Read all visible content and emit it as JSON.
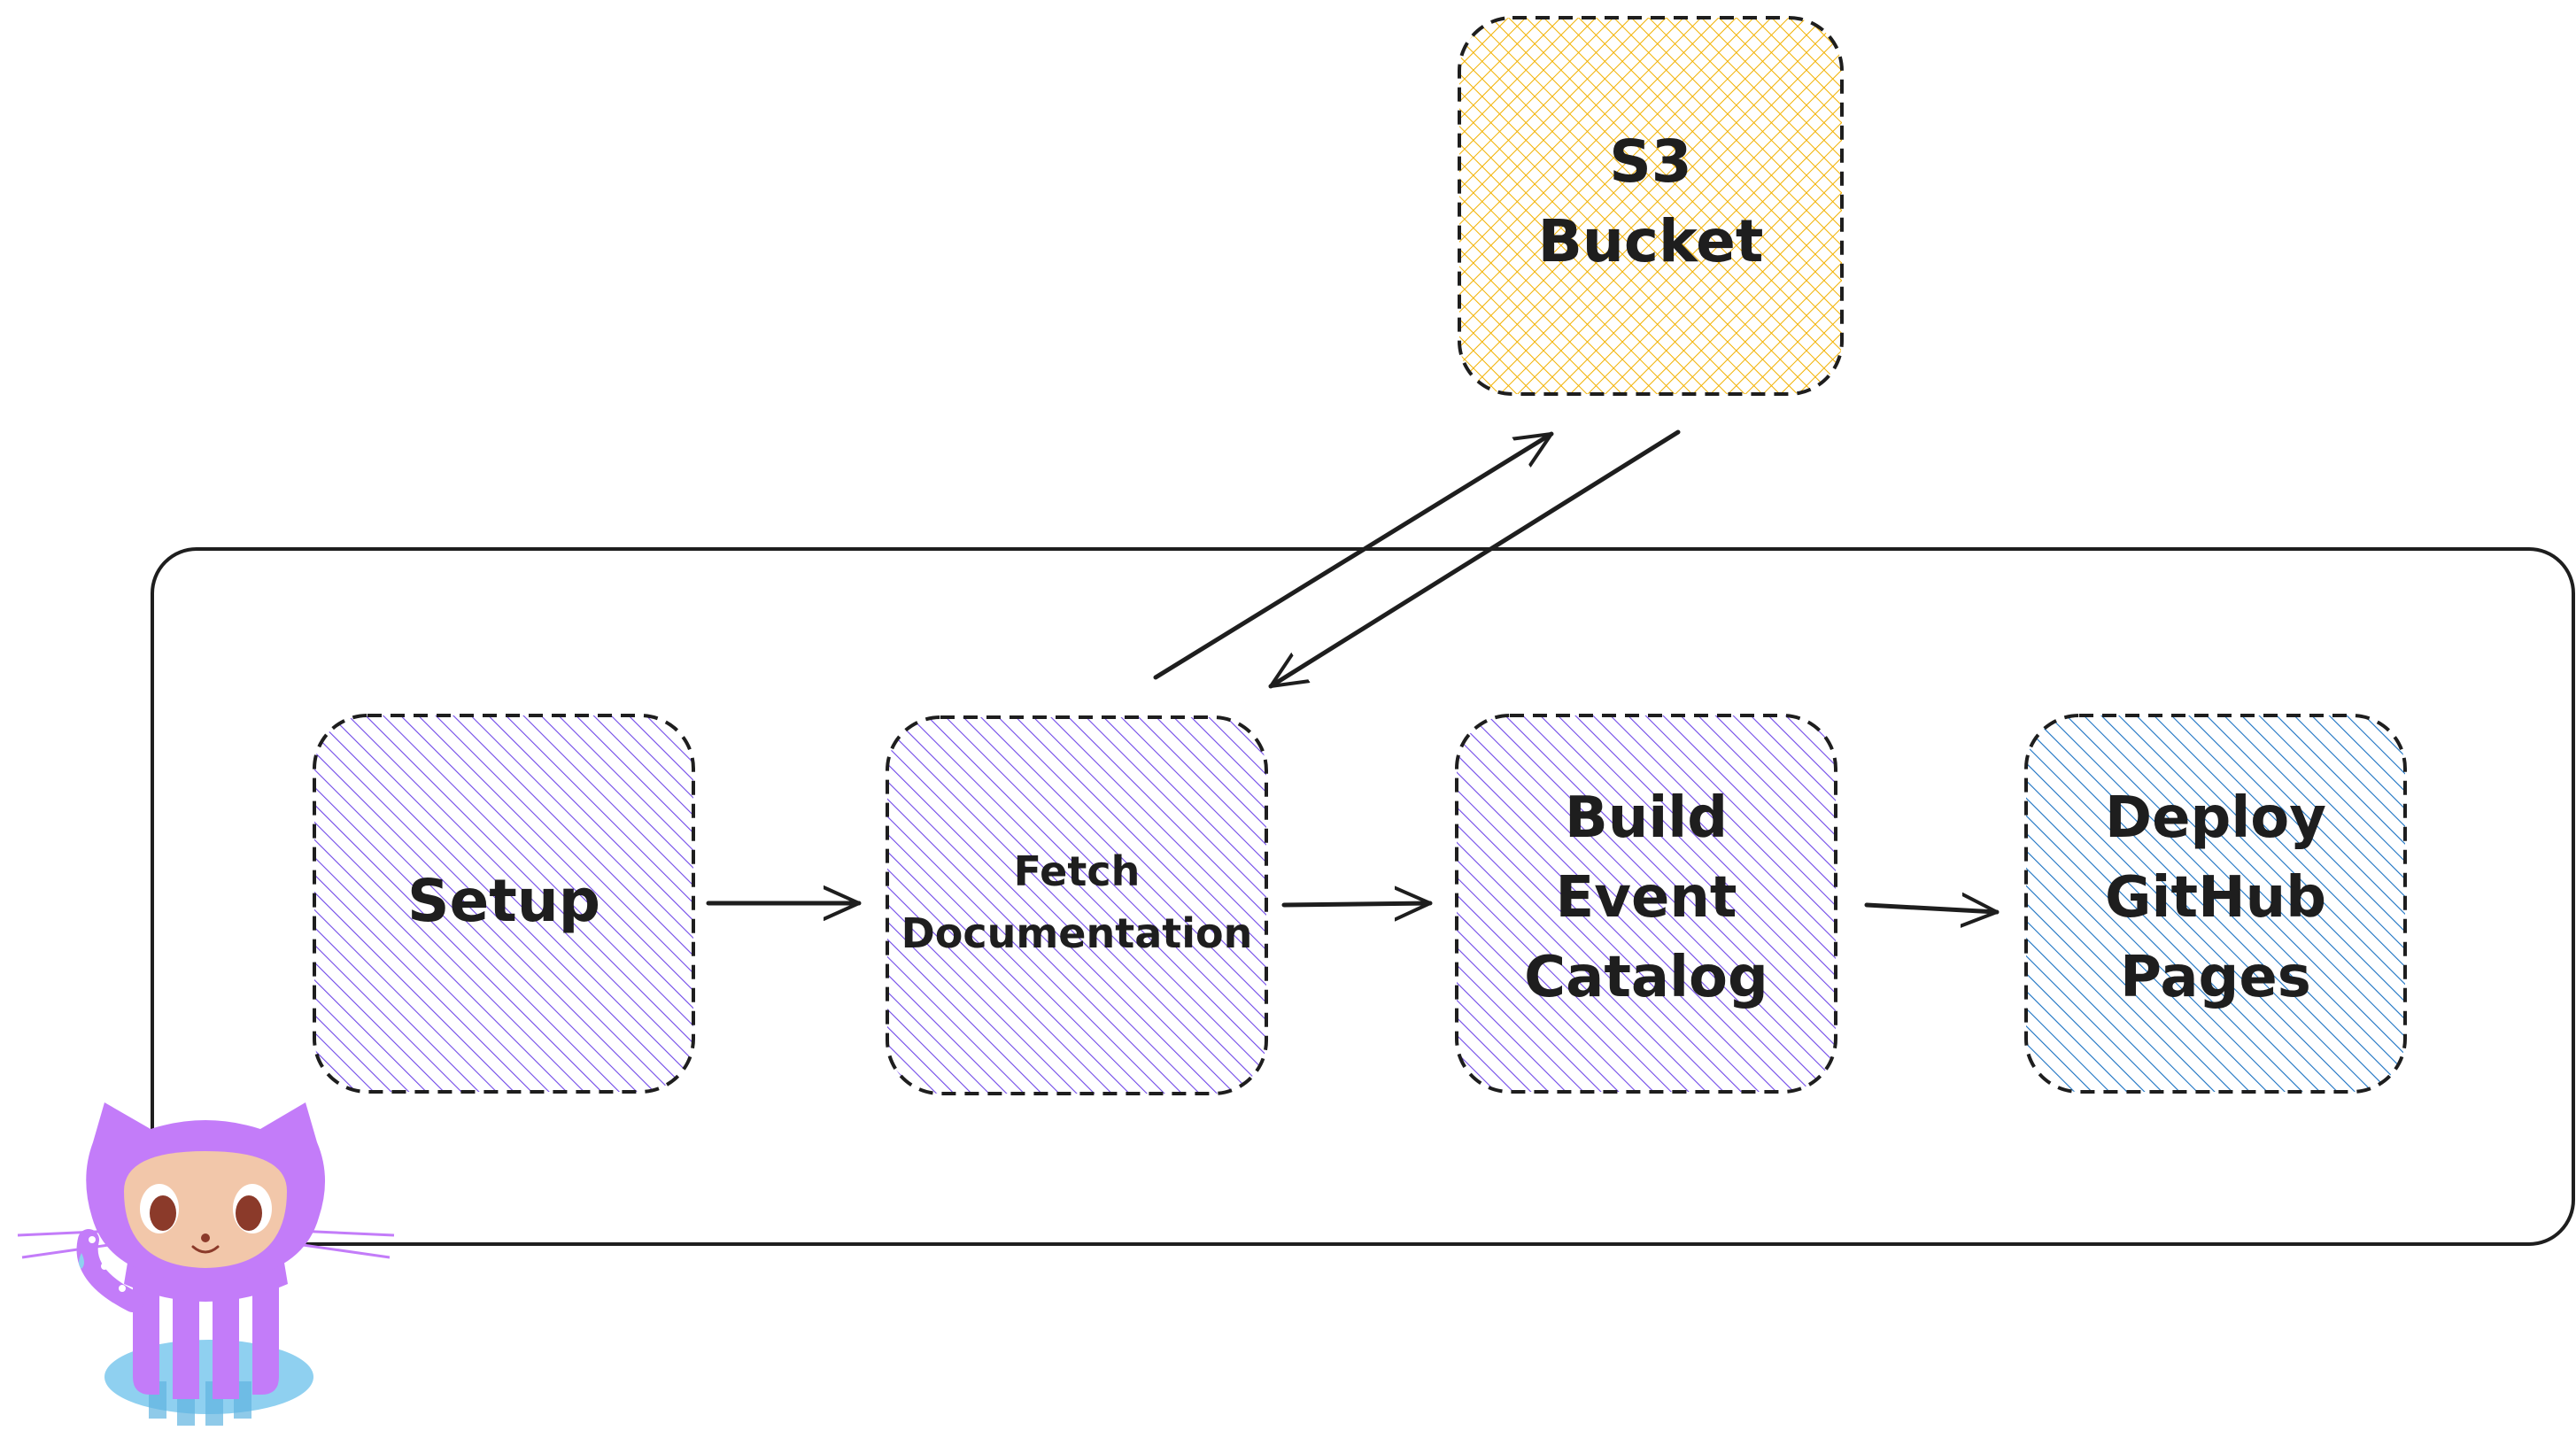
{
  "nodes": {
    "s3": {
      "lines": [
        "S3",
        "Bucket"
      ],
      "fill": "#f2b100"
    },
    "setup": {
      "lines": [
        "Setup"
      ],
      "fill": "#7048e8"
    },
    "fetch": {
      "lines": [
        "Fetch",
        "Documentation"
      ],
      "fill": "#7048e8"
    },
    "build": {
      "lines": [
        "Build",
        "Event",
        "Catalog"
      ],
      "fill": "#7048e8"
    },
    "deploy": {
      "lines": [
        "Deploy",
        "GitHub",
        "Pages"
      ],
      "fill": "#1971c2"
    }
  },
  "colors": {
    "stroke": "#1e1e1e",
    "mascot_body": "#c37cf9",
    "mascot_face": "#f2c7aa",
    "mascot_water": "#8fd0f0"
  },
  "icons": [
    "octocat-icon"
  ]
}
